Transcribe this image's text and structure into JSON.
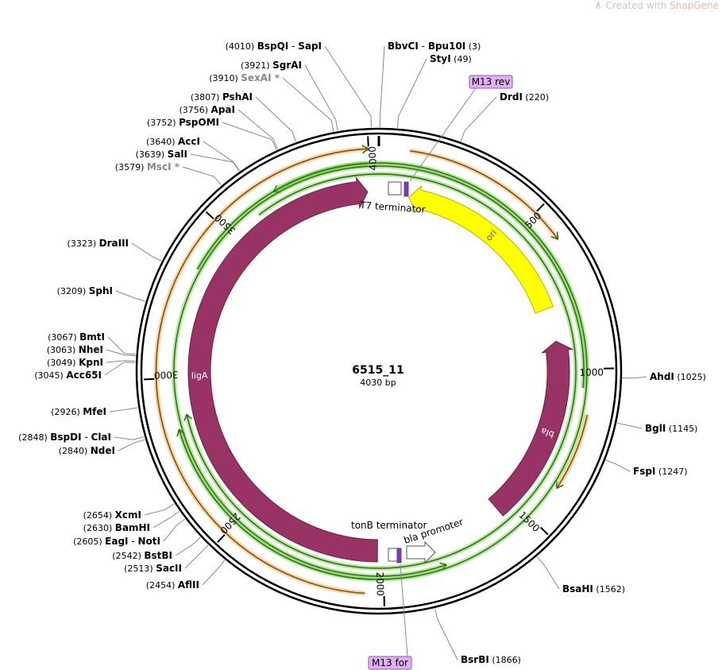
{
  "watermark": {
    "prefix": "Created with ",
    "brand": "SnapGene",
    "icon": "snapgene-logo-icon"
  },
  "plasmid": {
    "name": "6515_11",
    "length_label": "4030 bp",
    "length": 4030
  },
  "ticks": [
    {
      "pos": 0,
      "label": ""
    },
    {
      "pos": 500,
      "label": "500"
    },
    {
      "pos": 1000,
      "label": "1000"
    },
    {
      "pos": 1500,
      "label": "1500"
    },
    {
      "pos": 2000,
      "label": "2000"
    },
    {
      "pos": 2500,
      "label": "2500"
    },
    {
      "pos": 3000,
      "label": "3000"
    },
    {
      "pos": 3500,
      "label": "3500"
    },
    {
      "pos": 4000,
      "label": "4000"
    }
  ],
  "features": [
    {
      "name": "bla",
      "label": "bla",
      "type": "cds",
      "color": "#993366",
      "start": 1560,
      "end": 900,
      "strand": -1,
      "track": "inner"
    },
    {
      "name": "ligA",
      "label": "ligA",
      "type": "cds",
      "color": "#993366",
      "start": 2020,
      "end": 3990,
      "strand": 1,
      "track": "inner"
    },
    {
      "name": "ori",
      "label": "ori",
      "type": "rep_origin",
      "color": "#ffff00",
      "start": 780,
      "end": 110,
      "strand": -1,
      "track": "inner"
    },
    {
      "name": "bla-promoter",
      "label": "bla promoter",
      "type": "promoter",
      "color": "#ffffff",
      "start": 1940,
      "end": 1890,
      "strand": -1,
      "track": "inner-small"
    },
    {
      "name": "tonB-terminator",
      "label": "tonB terminator",
      "type": "terminator",
      "color": "#ffffff",
      "start": 2000,
      "end": 1985,
      "strand": 1,
      "track": "inner-small"
    },
    {
      "name": "T7-terminator",
      "label": "T7 terminator",
      "type": "terminator",
      "color": "#ffffff",
      "start": 4020,
      "end": 4000,
      "strand": 1,
      "track": "inner-small"
    },
    {
      "name": "M13-rev",
      "label": "M13 rev",
      "type": "primer",
      "color": "#8a2be2",
      "start": 4028,
      "end": 4036,
      "strand": -1,
      "track": "inner-small"
    },
    {
      "name": "M13-for",
      "label": "M13 for",
      "type": "primer",
      "color": "#8a2be2",
      "start": 1982,
      "end": 1974,
      "strand": 1,
      "track": "inner-small"
    }
  ],
  "orf_arcs": [
    {
      "track": "orange-outer",
      "start": 2055,
      "end": 4000,
      "strand": 1,
      "color": "#f0a030"
    },
    {
      "track": "orange-outer",
      "start": 90,
      "end": 600,
      "strand": 1,
      "color": "#f0a030"
    },
    {
      "track": "orange-mid",
      "start": 1140,
      "end": 1380,
      "strand": 1,
      "color": "#f0a030"
    },
    {
      "track": "green-outer",
      "start": 1060,
      "end": 1800,
      "strand": -1,
      "color": "#66cc33"
    },
    {
      "track": "green-mid",
      "start": 3995,
      "end": 3690,
      "strand": -1,
      "color": "#66cc33"
    },
    {
      "track": "green-mid",
      "start": 3350,
      "end": 2840,
      "strand": 1,
      "color": "#66cc33"
    },
    {
      "track": "green-inner",
      "start": 3610,
      "end": 2880,
      "strand": 1,
      "color": "#66cc33"
    }
  ],
  "sites": [
    {
      "name": "BspQI",
      "sep": "-",
      "name2": "SapI",
      "pos_label": "(4010)",
      "pos": 4010,
      "side": "left",
      "grey": false
    },
    {
      "name": "SgrAI",
      "pos_label": "(3921)",
      "pos": 3921,
      "side": "left",
      "grey": false
    },
    {
      "name": "SexAI *",
      "pos_label": "(3910)",
      "pos": 3910,
      "side": "left",
      "grey": true
    },
    {
      "name": "PshAI",
      "pos_label": "(3807)",
      "pos": 3807,
      "side": "left",
      "grey": false
    },
    {
      "name": "ApaI",
      "pos_label": "(3756)",
      "pos": 3756,
      "side": "left",
      "grey": false
    },
    {
      "name": "PspOMI",
      "pos_label": "(3752)",
      "pos": 3752,
      "side": "left",
      "grey": false
    },
    {
      "name": "AccI",
      "pos_label": "(3640)",
      "pos": 3640,
      "side": "left",
      "grey": false
    },
    {
      "name": "SalI",
      "pos_label": "(3639)",
      "pos": 3639,
      "side": "left",
      "grey": false
    },
    {
      "name": "MscI *",
      "pos_label": "(3579)",
      "pos": 3579,
      "side": "left",
      "grey": true
    },
    {
      "name": "DraIII",
      "pos_label": "(3323)",
      "pos": 3323,
      "side": "left",
      "grey": false
    },
    {
      "name": "SphI",
      "pos_label": "(3209)",
      "pos": 3209,
      "side": "left",
      "grey": false
    },
    {
      "name": "BmtI",
      "pos_label": "(3067)",
      "pos": 3067,
      "side": "left",
      "grey": false
    },
    {
      "name": "NheI",
      "pos_label": "(3063)",
      "pos": 3063,
      "side": "left",
      "grey": false
    },
    {
      "name": "KpnI",
      "pos_label": "(3049)",
      "pos": 3049,
      "side": "left",
      "grey": false
    },
    {
      "name": "Acc65I",
      "pos_label": "(3045)",
      "pos": 3045,
      "side": "left",
      "grey": false
    },
    {
      "name": "MfeI",
      "pos_label": "(2926)",
      "pos": 2926,
      "side": "left",
      "grey": false
    },
    {
      "name": "BspDI",
      "sep": "-",
      "name2": "ClaI",
      "pos_label": "(2848)",
      "pos": 2848,
      "side": "left",
      "grey": false
    },
    {
      "name": "NdeI",
      "pos_label": "(2840)",
      "pos": 2840,
      "side": "left",
      "grey": false
    },
    {
      "name": "XcmI",
      "pos_label": "(2654)",
      "pos": 2654,
      "side": "left",
      "grey": false
    },
    {
      "name": "BamHI",
      "pos_label": "(2630)",
      "pos": 2630,
      "side": "left",
      "grey": false
    },
    {
      "name": "EagI",
      "sep": "-",
      "name2": "NotI",
      "pos_label": "(2605)",
      "pos": 2605,
      "side": "left",
      "grey": false
    },
    {
      "name": "BstBI",
      "pos_label": "(2542)",
      "pos": 2542,
      "side": "left",
      "grey": false
    },
    {
      "name": "SacII",
      "pos_label": "(2513)",
      "pos": 2513,
      "side": "left",
      "grey": false
    },
    {
      "name": "AflII",
      "pos_label": "(2454)",
      "pos": 2454,
      "side": "left",
      "grey": false
    },
    {
      "name": "BbvCI",
      "sep": "-",
      "name2": "Bpu10I",
      "pos_label": "(3)",
      "pos": 3,
      "side": "right",
      "grey": false
    },
    {
      "name": "StyI",
      "pos_label": "(49)",
      "pos": 49,
      "side": "right",
      "grey": false
    },
    {
      "name": "DrdI",
      "pos_label": "(220)",
      "pos": 220,
      "side": "right",
      "grey": false
    },
    {
      "name": "AhdI",
      "pos_label": "(1025)",
      "pos": 1025,
      "side": "right",
      "grey": false
    },
    {
      "name": "BglI",
      "pos_label": "(1145)",
      "pos": 1145,
      "side": "right",
      "grey": false
    },
    {
      "name": "FspI",
      "pos_label": "(1247)",
      "pos": 1247,
      "side": "right",
      "grey": false
    },
    {
      "name": "BsaHI",
      "pos_label": "(1562)",
      "pos": 1562,
      "side": "right",
      "grey": false
    },
    {
      "name": "BsrBI",
      "pos_label": "(1866)",
      "pos": 1866,
      "side": "right",
      "grey": false
    }
  ],
  "primer_labels": [
    {
      "text": "M13 rev",
      "pos": 4032
    },
    {
      "text": "M13 for",
      "pos": 1978
    }
  ]
}
